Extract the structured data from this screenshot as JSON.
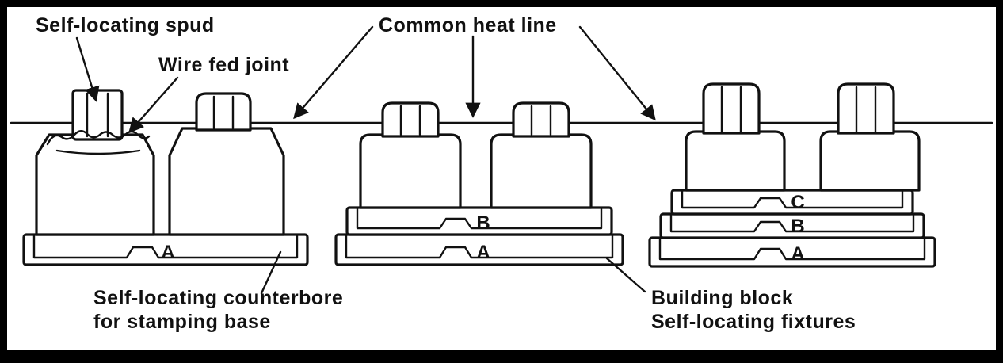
{
  "diagram": {
    "labels": {
      "spud": "Self-locating spud",
      "wire_joint": "Wire fed joint",
      "heat_line": "Common heat line",
      "counterbore_line1": "Self-locating counterbore",
      "counterbore_line2": "for stamping base",
      "building_line1": "Building block",
      "building_line2": "Self-locating fixtures"
    },
    "plates": {
      "left": {
        "base": "A"
      },
      "middle": {
        "top": "B",
        "base": "A"
      },
      "right": {
        "top": "C",
        "middle": "B",
        "base": "A"
      }
    },
    "colors": {
      "ink": "#111111",
      "background": "#ffffff"
    }
  }
}
